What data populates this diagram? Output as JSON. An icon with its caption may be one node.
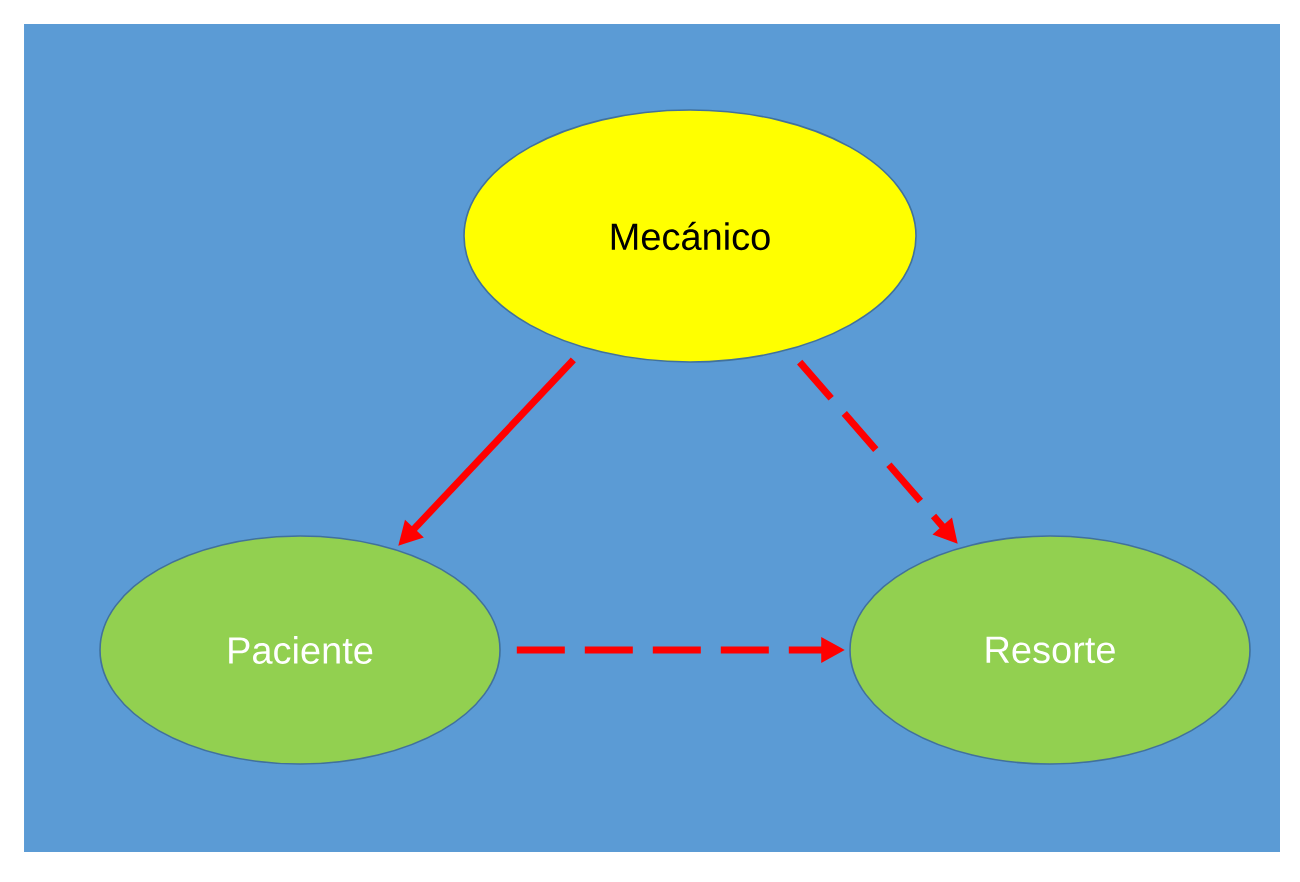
{
  "diagram": {
    "nodes": [
      {
        "text": [
          "Mecánico"
        ]
      },
      {
        "text": [
          "Paciente"
        ]
      },
      {
        "text": [
          "Resorte"
        ]
      }
    ],
    "edges": [
      {
        "from": 0,
        "to": 1,
        "arrow": "to"
      },
      {
        "from": 0,
        "to": 2,
        "arrow": "to",
        "style": "dashed"
      },
      {
        "from": 1,
        "to": 2,
        "arrow": "to",
        "style": "dashed"
      }
    ]
  }
}
